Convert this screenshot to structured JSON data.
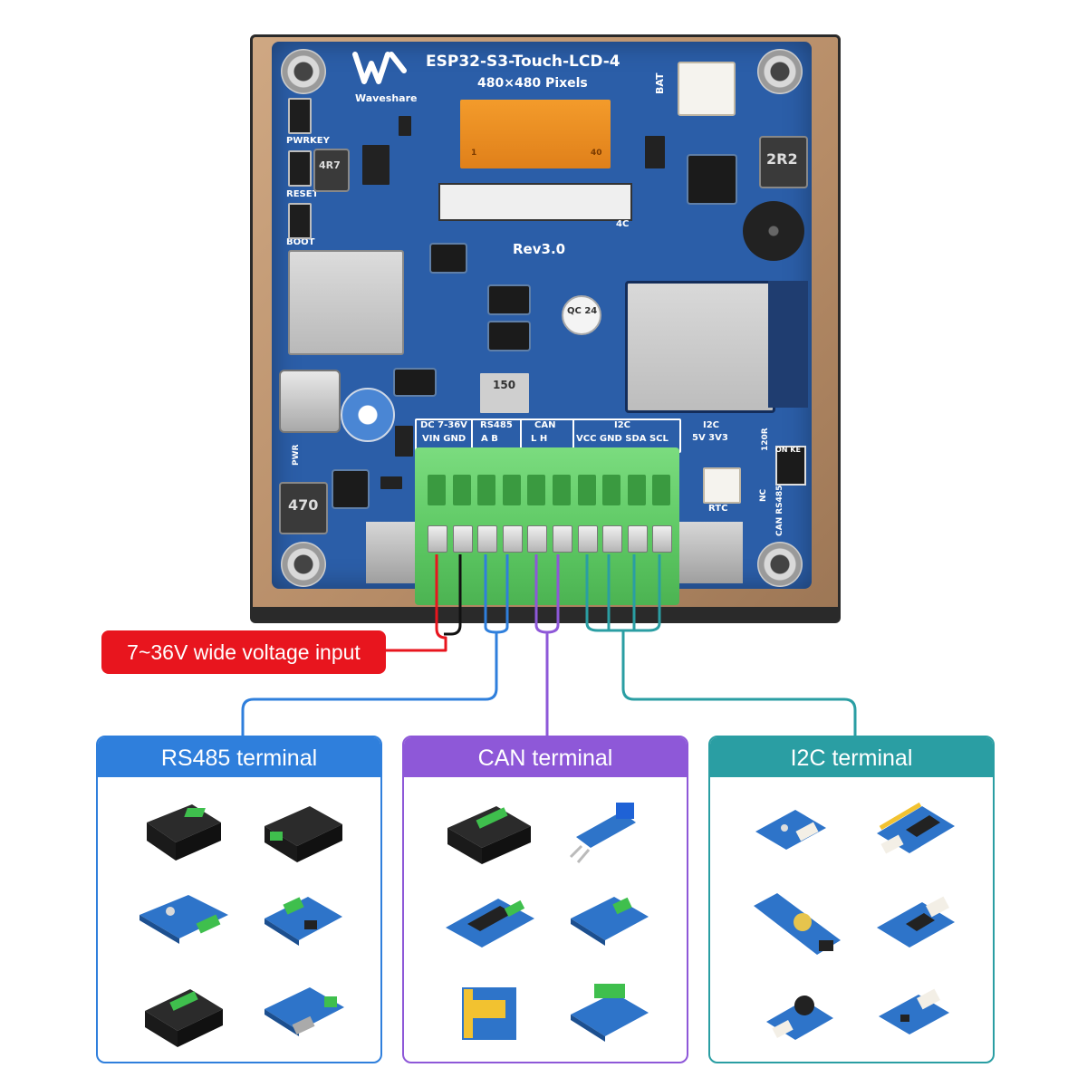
{
  "board": {
    "title": "ESP32-S3-Touch-LCD-4",
    "resolution": "480×480 Pixels",
    "brand": "Waveshare",
    "revision": "Rev3.0",
    "qc": "QC 24",
    "bat_label": "BAT",
    "pwrkey_label": "PWRKEY",
    "reset_label": "RESET",
    "boot_label": "BOOT",
    "pwr_label": "PWR",
    "inductor_left": "470",
    "inductor_right": "2R2",
    "inductor_small": "4R7",
    "rtc_label": "RTC",
    "resistor_label": "120R",
    "nc_label": "NC",
    "can_rs485_label": "CAN RS485",
    "on_ke": "ON KE",
    "i2c_header": "I2C",
    "i2c_voltage": "5V  3V3",
    "fpc_pin_1": "1",
    "fpc_pin_40": "40",
    "fpc_label": "4C",
    "component_150": "150",
    "terminal_headers": {
      "dc": "DC 7-36V",
      "dc_pins": "VIN GND",
      "rs485": "RS485",
      "rs485_pins": "A    B",
      "can": "CAN",
      "can_pins": "L     H",
      "i2c": "I2C",
      "i2c_pins": "VCC GND SDA  SCL"
    }
  },
  "callouts": {
    "voltage": "7~36V wide voltage input"
  },
  "panels": [
    {
      "title": "RS485 terminal",
      "color": "#2f7fdc"
    },
    {
      "title": "CAN terminal",
      "color": "#8e58d8"
    },
    {
      "title": "I2C terminal",
      "color": "#2a9ea3"
    }
  ],
  "colors": {
    "power_red": "#e8151e",
    "power_black": "#111111",
    "rs485_blue": "#2f7fdc",
    "can_purple": "#8e58d8",
    "i2c_teal": "#2a9ea3",
    "pcb_blue": "#2b5ea8",
    "terminal_green": "#5cc762"
  }
}
